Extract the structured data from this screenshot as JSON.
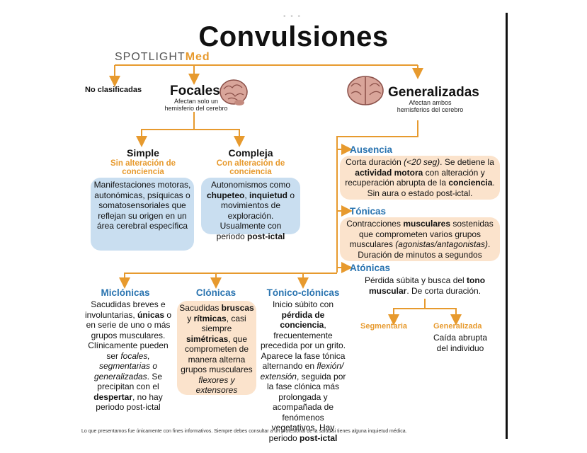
{
  "title": "Convulsiones",
  "logo": {
    "part1": "SPOTLIGHT",
    "part2": "Med"
  },
  "no_clasificadas": "No clasificadas",
  "focales": {
    "label": "Focales",
    "desc": "Afectan solo un hemisferio del cerebro"
  },
  "generalizadas": {
    "label": "Generalizadas",
    "desc": "Afectan ambos hemisferios del cerebro"
  },
  "simple": {
    "label": "Simple",
    "sub": "Sin alteración de conciencia",
    "body": "Manifestaciones motoras, autonómicas, psíquicas o somatosensoriales que reflejan su origen en un área cerebral específica"
  },
  "compleja": {
    "label": "Compleja",
    "sub": "Con alteración de conciencia",
    "body_a": "Autonomismos como ",
    "body_b": "chupeteo",
    "body_c": ", ",
    "body_d": "inquietud",
    "body_e": " o movimientos de exploración. Usualmente con periodo ",
    "body_f": "post-ictal"
  },
  "ausencia": {
    "label": "Ausencia",
    "t1": "Corta duración ",
    "t2": "(<20 seg)",
    "t3": ". Se detiene la ",
    "t4": "actividad motora",
    "t5": " con alteración y recuperación abrupta de la ",
    "t6": "conciencia",
    "t7": ". Sin aura o estado post-ictal."
  },
  "tonicas": {
    "label": "Tónicas",
    "t1": "Contracciones ",
    "t2": "musculares",
    "t3": " sostenidas que comprometen varios grupos musculares ",
    "t4": "(agonistas/antagonistas)",
    "t5": ". Duración de minutos a segundos"
  },
  "atonicas": {
    "label": "Atónicas",
    "t1": "Pérdida súbita y busca del ",
    "t2": "tono muscular",
    "t3": ". De corta duración."
  },
  "segmentaria": {
    "label": "Segmentaria"
  },
  "generalizada": {
    "label": "Generalizada",
    "body": "Caída abrupta del individuo"
  },
  "mioclonicas": {
    "label": "Miclónicas",
    "t1": "Sacudidas breves e involuntarias, ",
    "t2": "únicas",
    "t3": " o en serie de uno o más grupos musculares. Clínicamente pueden ser ",
    "t4": "focales, segmentarias o generalizadas",
    "t5": ". Se precipitan con el ",
    "t6": "despertar",
    "t7": ", no hay periodo post-ictal"
  },
  "clonicas": {
    "label": "Clónicas",
    "t1": "Sacudidas ",
    "t2": "bruscas",
    "t3": " y ",
    "t4": "rítmicas",
    "t5": ", casi siempre ",
    "t6": "simétricas",
    "t7": ", que comprometen de manera alterna grupos musculares ",
    "t8": "flexores y extensores"
  },
  "tonico_clonicas": {
    "label": "Tónico-clónicas",
    "t1": "Inicio súbito con ",
    "t2": "pérdida de conciencia",
    "t3": ", frecuentemente precedida por un grito. Aparece la fase tónica alternando en ",
    "t4": "flexión/ extensión",
    "t5": ", seguida por la fase clónica más prolongada y acompañada de fenómenos vegetativos. Hay periodo ",
    "t6": "post-ictal"
  },
  "footer": "Lo que presentamos fue únicamente con fines informativos. Siempre debes consultar a un profesional de la salud si tienes alguna inquietud médica.",
  "colors": {
    "orange": "#e79a2e",
    "blue": "#2a74b0",
    "blue_box": "#c9def0",
    "peach_box": "#fbe3cc"
  }
}
